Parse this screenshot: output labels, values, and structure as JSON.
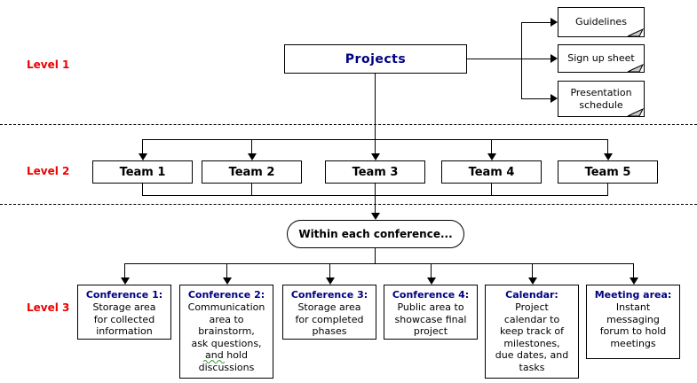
{
  "colors": {
    "level_label_red": "#ee0000",
    "title_navy": "#000080",
    "line_black": "#000000",
    "page_curl_gray": "#c9c9c9",
    "squiggle_green": "#2e9e2e"
  },
  "level_labels": [
    {
      "label": "Level 1"
    },
    {
      "label": "Level 2"
    },
    {
      "label": "Level 3"
    }
  ],
  "root": {
    "label": "Projects"
  },
  "notes": [
    {
      "label": "Guidelines"
    },
    {
      "label": "Sign up sheet"
    },
    {
      "label": "Presentation\nschedule"
    }
  ],
  "teams": [
    {
      "label": "Team 1"
    },
    {
      "label": "Team 2"
    },
    {
      "label": "Team 3"
    },
    {
      "label": "Team 4"
    },
    {
      "label": "Team 5"
    }
  ],
  "conference_note": {
    "label": "Within each conference..."
  },
  "areas": [
    {
      "title": "Conference 1:",
      "body": "Storage area\nfor collected\ninformation"
    },
    {
      "title": "Conference 2:",
      "body": "Communication\narea to\nbrainstorm,\nask questions,\nand hold\ndiscussions"
    },
    {
      "title": "Conference 3:",
      "body": "Storage area\nfor completed\nphases"
    },
    {
      "title": "Conference 4:",
      "body": "Public area to\nshowcase final\nproject"
    },
    {
      "title": "Calendar:",
      "body": "Project\ncalendar to\nkeep track of\nmilestones,\ndue dates, and\ntasks"
    },
    {
      "title": "Meeting area:",
      "body": "Instant\nmessaging\nforum to hold\nmeetings"
    }
  ]
}
